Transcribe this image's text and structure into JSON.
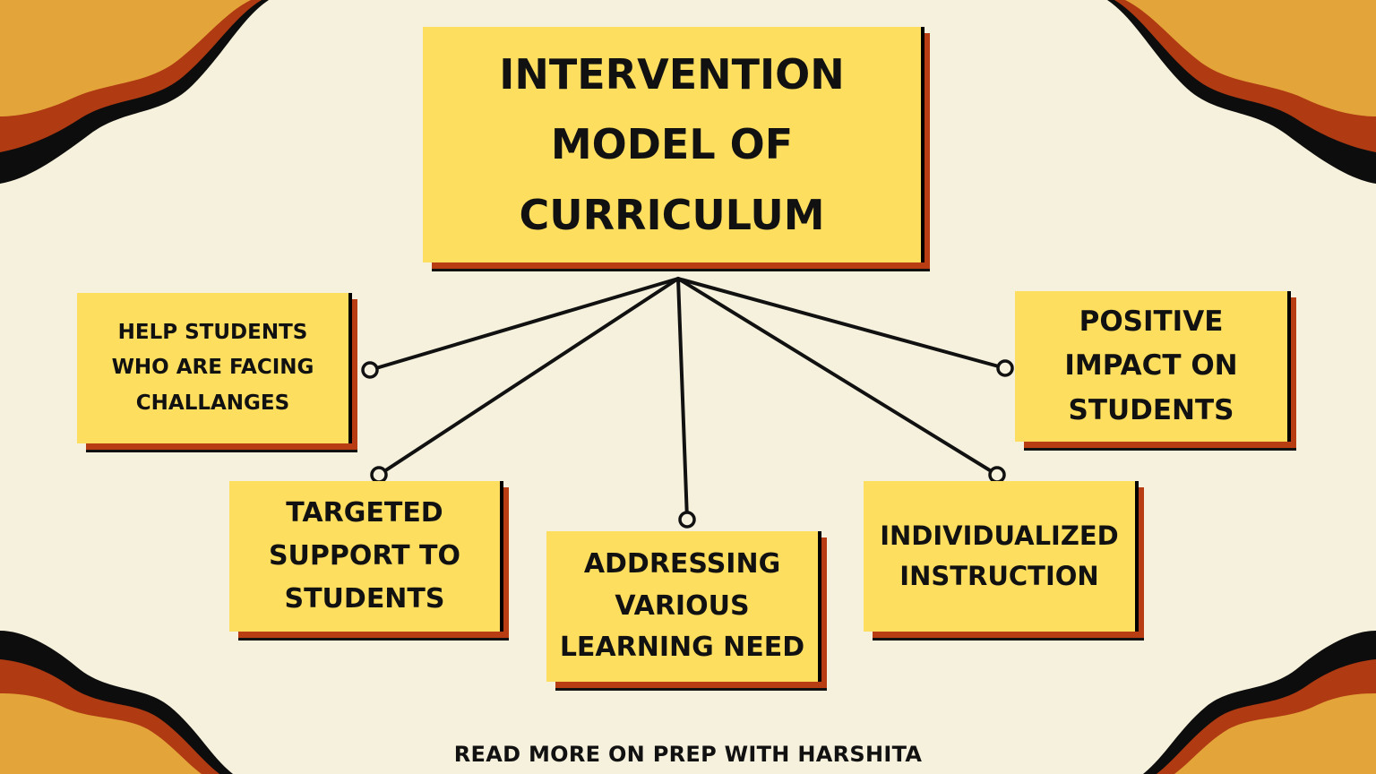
{
  "title": "INTERVENTION MODEL OF CURRICULUM",
  "nodes": [
    {
      "id": "help",
      "label": "HELP STUDENTS WHO ARE FACING CHALLANGES"
    },
    {
      "id": "positive",
      "label": "POSITIVE IMPACT ON STUDENTS"
    },
    {
      "id": "targeted",
      "label": "TARGETED SUPPORT TO STUDENTS"
    },
    {
      "id": "addressing",
      "label": "ADDRESSING VARIOUS LEARNING NEED"
    },
    {
      "id": "individualized",
      "label": "INDIVIDUALIZED INSTRUCTION"
    }
  ],
  "edges": [
    {
      "from": "title",
      "to": "help"
    },
    {
      "from": "title",
      "to": "positive"
    },
    {
      "from": "title",
      "to": "targeted"
    },
    {
      "from": "title",
      "to": "addressing"
    },
    {
      "from": "title",
      "to": "individualized"
    }
  ],
  "footer": "READ MORE ON PREP WITH HARSHITA",
  "colors": {
    "background": "#f5f1dc",
    "box_fill": "#fede5f",
    "box_shadow": "#b83d12",
    "wave_gold": "#e3a53a",
    "wave_rust": "#b03a12",
    "wave_black": "#0d0d0d"
  }
}
